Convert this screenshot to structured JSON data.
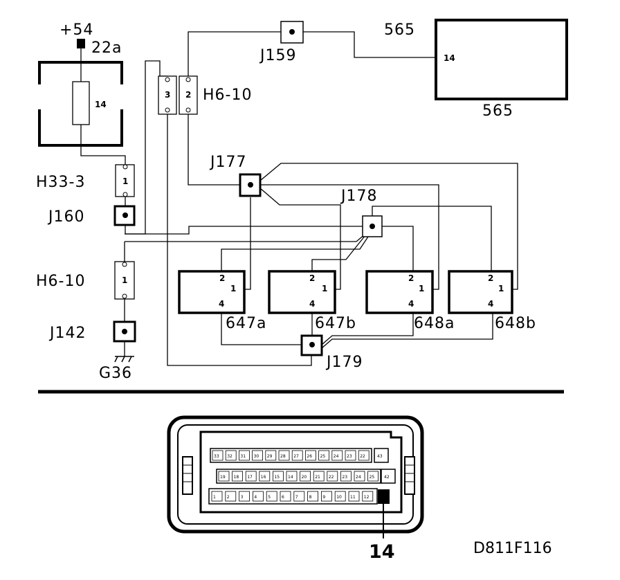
{
  "labels": {
    "plus54": "+54",
    "p22a": "22a",
    "fuse_pin": "14",
    "h33": "H33-3",
    "h33_pin": "1",
    "j160": "J160",
    "h6_left": "H6-10",
    "h6_left_pin": "1",
    "j142": "J142",
    "g36": "G36",
    "h6_top": "H6-10",
    "h6_top_pin3": "3",
    "h6_top_pin2": "2",
    "j159": "J159",
    "c565_top": "565",
    "c565_bottom": "565",
    "c565_pin": "14",
    "j177": "J177",
    "j178": "J178",
    "j179": "J179",
    "m647a": "647a",
    "m647b": "647b",
    "m648a": "648a",
    "m648b": "648b",
    "pin2": "2",
    "pin1": "1",
    "pin4": "4",
    "connector_pin": "14",
    "figure_id": "D811F116"
  },
  "connector": {
    "row1": [
      "33",
      "32",
      "31",
      "30",
      "29",
      "28",
      "27",
      "26",
      "25",
      "24",
      "23",
      "22"
    ],
    "row1_last": "43",
    "row2": [
      "19",
      "18",
      "17",
      "16",
      "15",
      "14",
      "20",
      "21",
      "22",
      "23",
      "24",
      "25"
    ],
    "row2_last": "42",
    "row3": [
      "1",
      "2",
      "3",
      "4",
      "5",
      "6",
      "7",
      "8",
      "9",
      "10",
      "11",
      "12"
    ]
  }
}
